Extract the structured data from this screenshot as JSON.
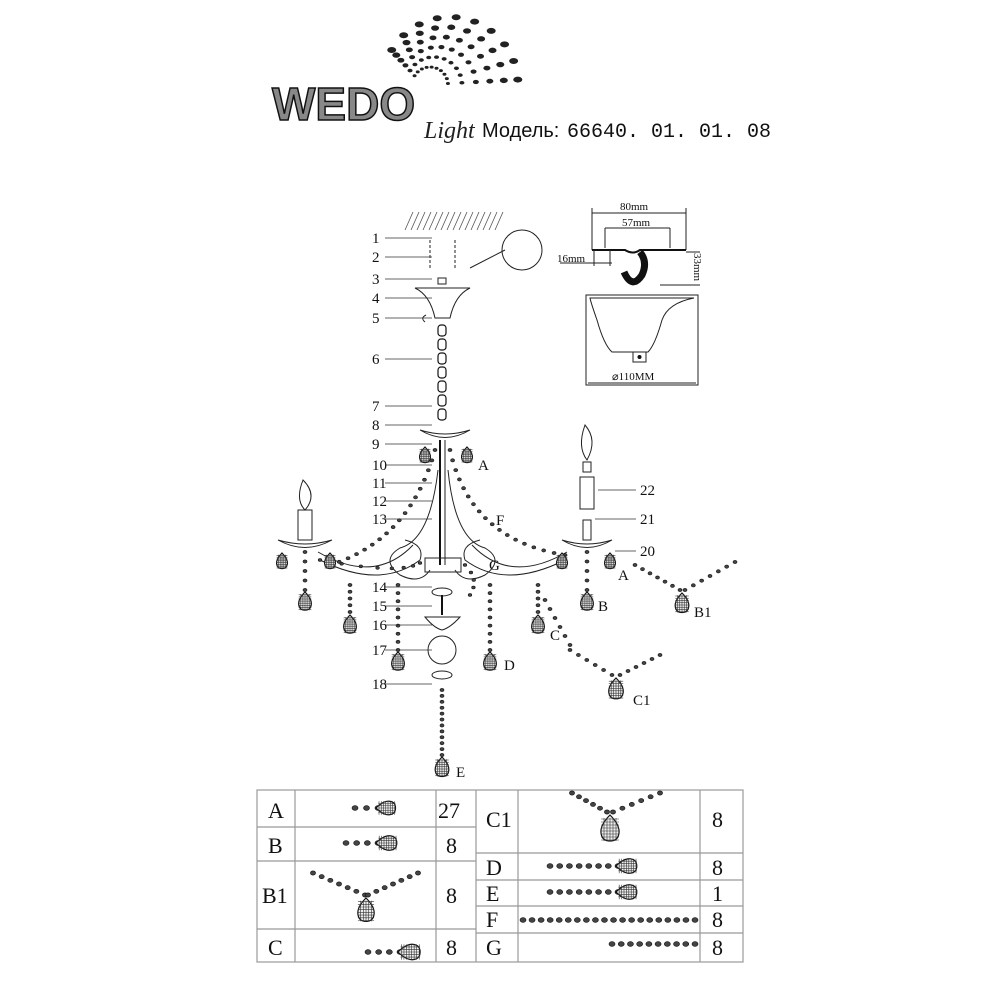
{
  "brand": {
    "logo_text": "WEDO",
    "logo_script": "Light"
  },
  "header": {
    "model_label": "Модель:",
    "model_number": "66640. 01. 01. 08"
  },
  "callouts": [
    "1",
    "2",
    "3",
    "4",
    "5",
    "6",
    "7",
    "8",
    "9",
    "10",
    "11",
    "12",
    "13",
    "14",
    "15",
    "16",
    "17",
    "18",
    "20",
    "21",
    "22"
  ],
  "diagram_letters": {
    "a1": "A",
    "a2": "A",
    "b": "B",
    "b1": "B1",
    "c": "C",
    "c1": "C1",
    "d": "D",
    "e": "E",
    "f": "F",
    "g": "G"
  },
  "mount_dims": {
    "width_outer": "80mm",
    "width_inner": "57mm",
    "offset": "16mm",
    "height": "33mm",
    "canopy_diameter": "⌀110MM"
  },
  "parts_table": {
    "left": [
      {
        "code": "A",
        "qty": "27"
      },
      {
        "code": "B",
        "qty": "8"
      },
      {
        "code": "B1",
        "qty": "8"
      },
      {
        "code": "C",
        "qty": "8"
      }
    ],
    "right": [
      {
        "code": "C1",
        "qty": "8"
      },
      {
        "code": "D",
        "qty": "8"
      },
      {
        "code": "E",
        "qty": "1"
      },
      {
        "code": "F",
        "qty": "8"
      },
      {
        "code": "G",
        "qty": "8"
      }
    ]
  }
}
